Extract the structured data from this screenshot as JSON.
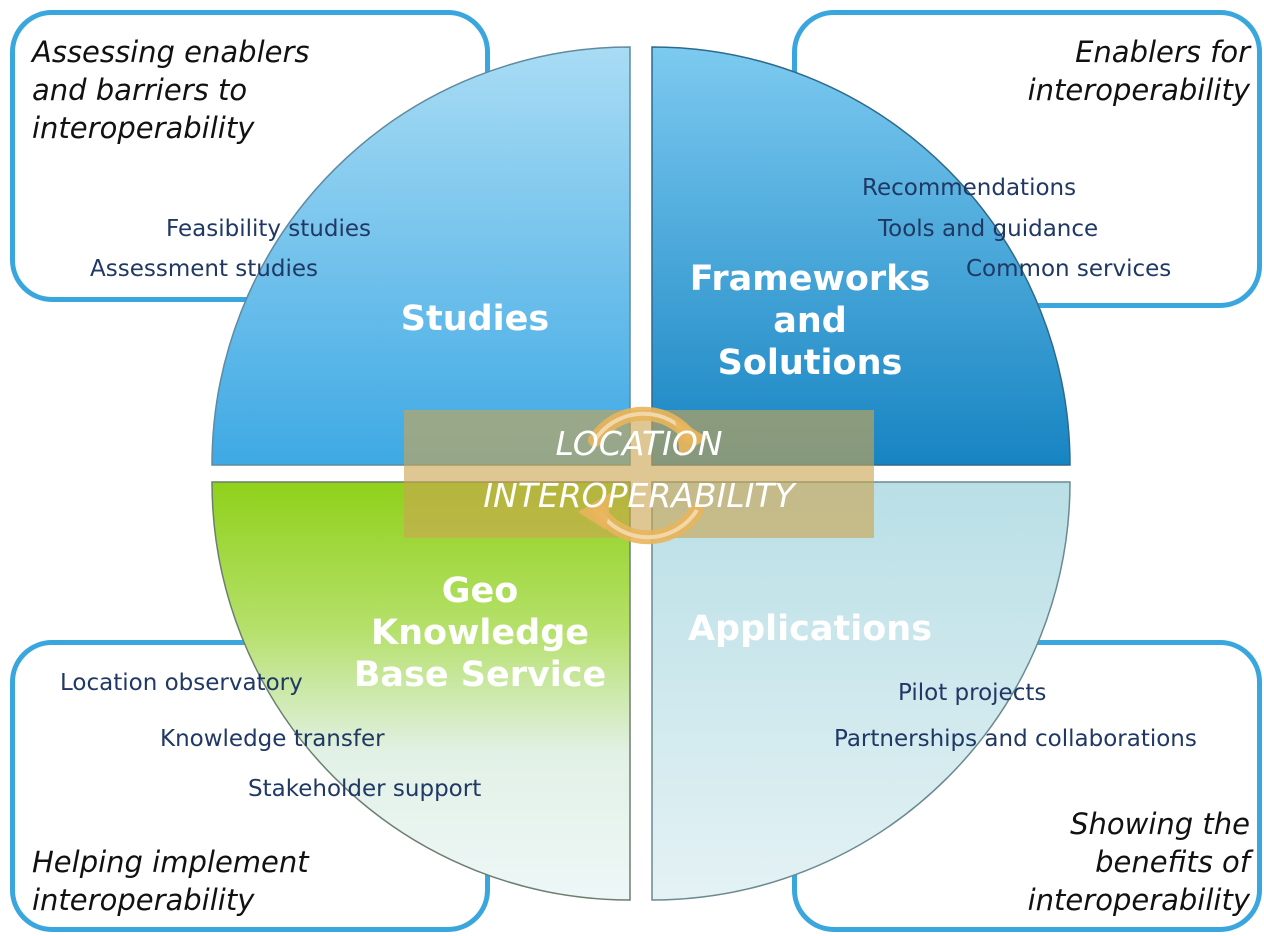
{
  "corners": {
    "top_left": {
      "caption": [
        "Assessing enablers",
        "and barriers to",
        "interoperability"
      ],
      "items": [
        "Feasibility studies",
        "Assessment studies"
      ]
    },
    "top_right": {
      "caption": [
        "Enablers for",
        "interoperability"
      ],
      "items": [
        "Recommendations",
        "Tools and guidance",
        "Common services"
      ]
    },
    "bottom_left": {
      "caption": [
        "Helping implement",
        "interoperability"
      ],
      "items": [
        "Location observatory",
        "Knowledge transfer",
        "Stakeholder support"
      ]
    },
    "bottom_right": {
      "caption": [
        "Showing the",
        "benefits of",
        "interoperability"
      ],
      "items": [
        "Pilot projects",
        "Partnerships and collaborations"
      ]
    }
  },
  "quadrants": {
    "studies": [
      "Studies"
    ],
    "frameworks": [
      "Frameworks",
      "and",
      "Solutions"
    ],
    "geo": [
      "Geo",
      "Knowledge",
      "Base Service"
    ],
    "applications": [
      "Applications"
    ]
  },
  "center": [
    "LOCATION",
    "INTEROPERABILITY"
  ],
  "colors": {
    "box_border": "#3aa6de",
    "studies": "#5bb9ea",
    "frameworks": "#2a97d0",
    "geo": "#a2d93a",
    "applications": "#c3e3ea",
    "center_overlay": "#cca450",
    "item_text": "#1f3864"
  }
}
